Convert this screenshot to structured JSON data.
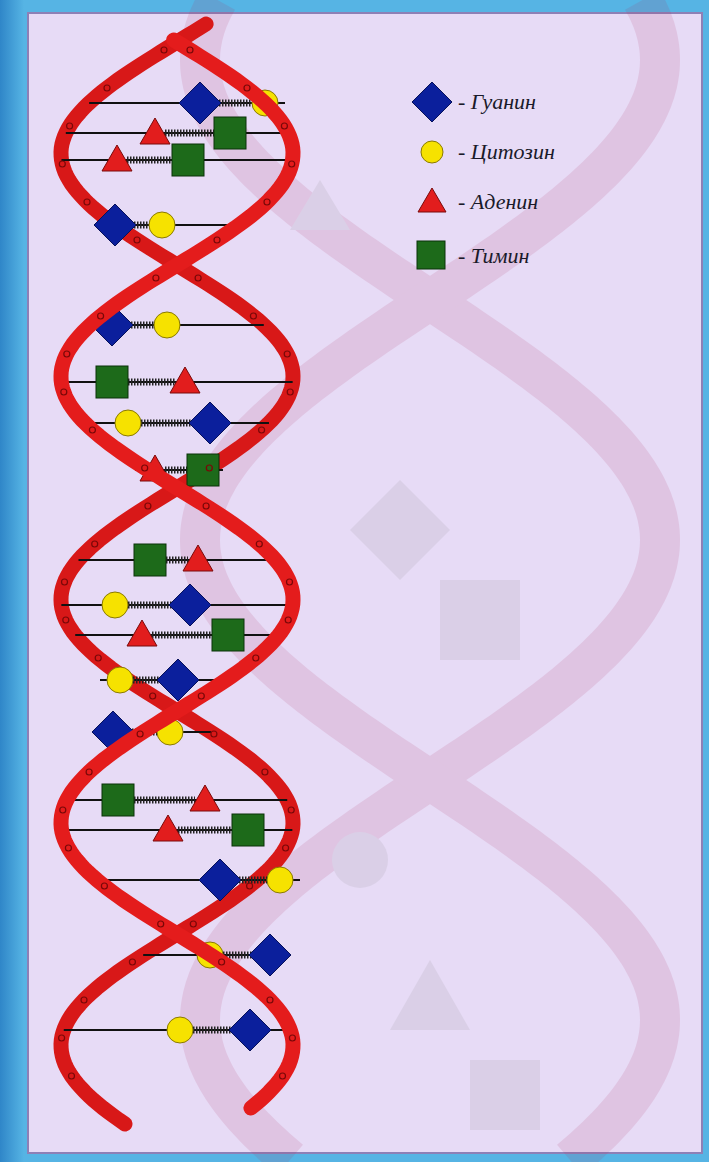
{
  "diagram": {
    "legend": [
      {
        "text": "- Гуанин"
      },
      {
        "text": "- Цитозин"
      },
      {
        "text": "- Аденин"
      },
      {
        "text": "- Тимин"
      }
    ]
  }
}
